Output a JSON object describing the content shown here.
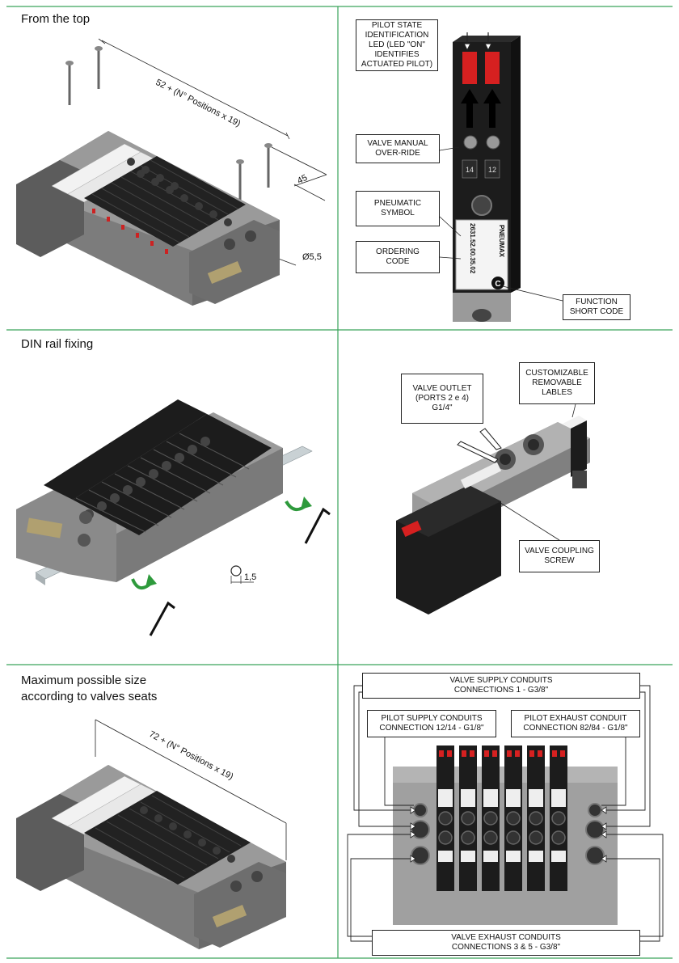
{
  "sections": {
    "top_left_title": "From the top",
    "mid_left_title": "DIN rail fixing",
    "bottom_left_title_line1": "Maximum possible size",
    "bottom_left_title_line2": "according to valves seats"
  },
  "dimensions": {
    "top_length": "52 + (N° Positions x 19)",
    "top_pitch": "45",
    "top_hole": "Ø5,5",
    "din_thickness": "1,5",
    "bottom_length": "72 + (N° Positions x 19)"
  },
  "valve_callouts": {
    "pilot_led": "PILOT STATE\nIDENTIFICATION\nLED (LED \"ON\"\nIDENTIFIES\nACTUATED PILOT)",
    "manual_override": "VALVE MANUAL\nOVER-RIDE",
    "pneumatic_symbol": "PNEUMATIC\nSYMBOL",
    "ordering_code": "ORDERING\nCODE",
    "function_code": "FUNCTION\nSHORT CODE",
    "label_brand": "PNEUMAX",
    "label_code": "2631.52.00.35.02",
    "label_letter": "C",
    "pilot_14": "14",
    "pilot_12": "12"
  },
  "outlet_callouts": {
    "valve_outlet": "VALVE OUTLET\n(PORTS 2 e 4)\nG1/4\"",
    "removable_labels": "CUSTOMIZABLE\nREMOVABLE\nLABLES",
    "coupling_screw": "VALVE COUPLING\nSCREW"
  },
  "conduit_callouts": {
    "supply": "VALVE SUPPLY CONDUITS\nCONNECTIONS 1 - G3/8\"",
    "pilot_supply": "PILOT SUPPLY CONDUITS\nCONNECTION 12/14 - G1/8\"",
    "pilot_exhaust": "PILOT EXHAUST CONDUIT\nCONNECTION 82/84 - G1/8\"",
    "exhaust": "VALVE EXHAUST CONDUITS\nCONNECTIONS 3 & 5 - G3/8\""
  },
  "colors": {
    "frame_green": "#3aa35a",
    "body_grey": "#8a8a8a",
    "valve_black": "#1c1c1c",
    "arrow_green": "#2e9a3c",
    "led_red": "#d62020"
  }
}
